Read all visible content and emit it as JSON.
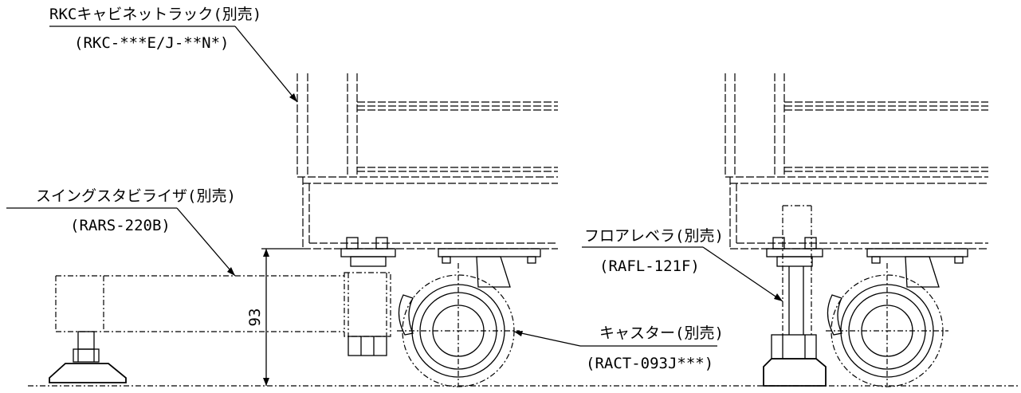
{
  "labels": {
    "rack_name": "RKCキャビネットラック(別売)",
    "rack_model": "(RKC-***E/J-**N*)",
    "stabilizer_name": "スイングスタビライザ(別売)",
    "stabilizer_model": "(RARS-220B)",
    "leveler_name": "フロアレベラ(別売)",
    "leveler_model": "(RAFL-121F)",
    "caster_name": "キャスター(別売)",
    "caster_model": "(RACT-093J***)",
    "dimension_93": "93"
  }
}
